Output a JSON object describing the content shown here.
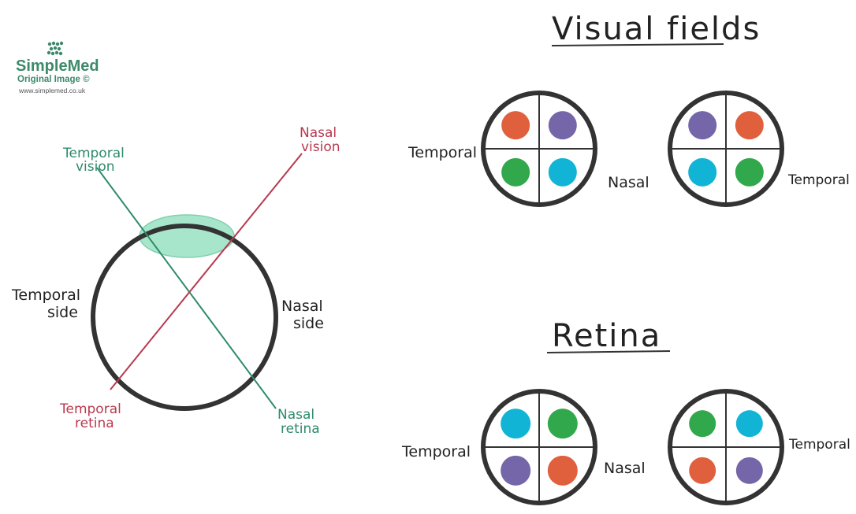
{
  "logo": {
    "name": "SimpleMed",
    "tagline": "Original Image ©",
    "url": "www.simplemed.co.uk",
    "color": "#3d8a6a"
  },
  "colors": {
    "outline": "#333333",
    "green_line": "#2e8b6a",
    "red_line": "#b8394f",
    "lens": "#a8e6cc",
    "orange": "#e0603e",
    "purple": "#7466a8",
    "green": "#31a84c",
    "cyan": "#12b4d6"
  },
  "eye": {
    "temporal_vision": [
      "Temporal",
      "vision"
    ],
    "nasal_vision": [
      "Nasal",
      "vision"
    ],
    "temporal_side": [
      "Temporal",
      "side"
    ],
    "nasal_side": [
      "Nasal",
      "side"
    ],
    "temporal_retina": [
      "Temporal",
      "retina"
    ],
    "nasal_retina": [
      "Nasal",
      "retina"
    ]
  },
  "visual_fields": {
    "title": "Visual fields",
    "left_label": "Temporal",
    "middle_label": "Nasal",
    "right_label": "Temporal",
    "left_circle": [
      "orange",
      "purple",
      "green",
      "cyan"
    ],
    "right_circle": [
      "purple",
      "orange",
      "cyan",
      "green"
    ]
  },
  "retina": {
    "title": "Retina",
    "left_label": "Temporal",
    "middle_label": "Nasal",
    "right_label": "Temporal",
    "left_circle": [
      "cyan",
      "green",
      "purple",
      "orange"
    ],
    "right_circle": [
      "green",
      "cyan",
      "orange",
      "purple"
    ]
  }
}
